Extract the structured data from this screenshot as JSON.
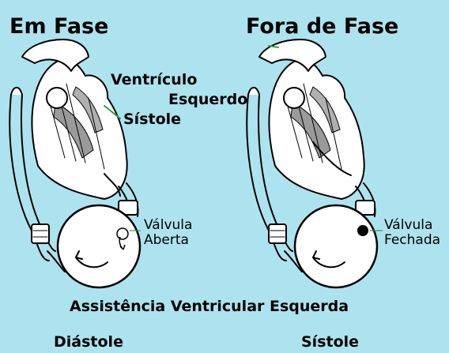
{
  "colors": {
    "background": "#ade3ee",
    "outline": "#000000",
    "fill": "#ffffff",
    "shade": "#9a9a9a",
    "accent_green": "#2f9e44"
  },
  "panels": {
    "left": {
      "title": "Em Fase",
      "label_ventricle_line1": "Ventrículo",
      "label_ventricle_line2": "Esquerdo",
      "label_phase": "Sístole",
      "label_valve_line1": "Válvula",
      "label_valve_line2": "Aberta",
      "bottom": "Diástole"
    },
    "right": {
      "title": "Fora de Fase",
      "label_valve_line1": "Válvula",
      "label_valve_line2": "Fechada",
      "bottom": "Sístole"
    }
  },
  "caption": "Assistência Ventricular Esquerda",
  "icons": {
    "left_heart": "heart-with-lvad-illustration",
    "right_heart": "heart-with-lvad-illustration",
    "valve_open": "open-valve-icon",
    "valve_closed": "closed-valve-icon"
  }
}
